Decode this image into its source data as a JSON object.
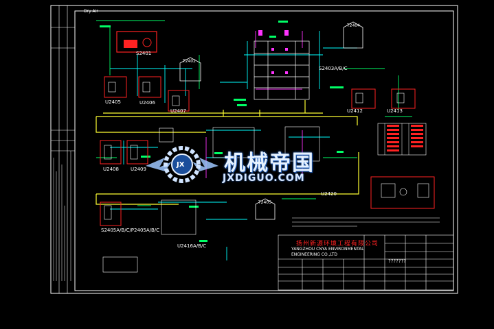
{
  "diagram": {
    "top_note": "Dry Air",
    "equipment": {
      "s2401": "S2401",
      "s2403": "S2403A/B/C",
      "u2405": "U2405",
      "u2406": "U2406",
      "u2407": "U2407",
      "u2412": "U2412",
      "u2413": "U2413",
      "u2408": "U2408",
      "u2409": "U2409",
      "u2420": "U2420",
      "s2405": "S2405A/B/C/P2405A/B/C",
      "u2416": "U2416A/B/C"
    },
    "tank_labels": [
      "T2402",
      "T2404",
      "T2405"
    ],
    "title_block": {
      "company_cn": "扬州新源环境工程有限公司",
      "company_en_1": "YANGZHOU CNYA ENVIRONMENTAL",
      "company_en_2": "ENGINEERING CO.,LTD",
      "drawing_code": "???????"
    },
    "watermark": {
      "cn": "机械帝国",
      "en": "JXDIGUO.COM",
      "badge": "JX"
    },
    "colors": {
      "background": "#000000",
      "frame": "#ffffff",
      "pipe_yellow": "#ffff33",
      "pipe_cyan": "#00ffff",
      "pipe_green": "#00ff66",
      "equipment_red": "#ff2222",
      "pipe_magenta": "#ff33ff"
    }
  }
}
